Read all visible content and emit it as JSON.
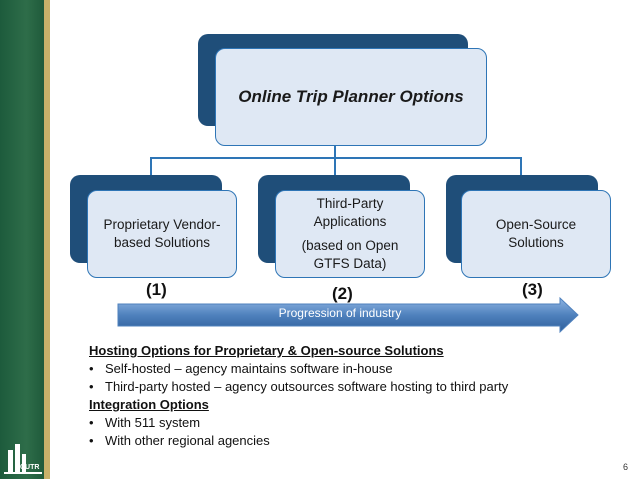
{
  "diagram": {
    "title": "Online Trip Planner Options",
    "options": [
      {
        "label": "Proprietary Vendor-based Solutions",
        "sub": "",
        "number": "(1)"
      },
      {
        "label": "Third-Party Applications",
        "sub": "(based on Open GTFS Data)",
        "number": "(2)"
      },
      {
        "label": "Open-Source Solutions",
        "sub": "",
        "number": "(3)"
      }
    ],
    "arrow_label": "Progression of industry"
  },
  "notes": {
    "hosting_heading": "Hosting Options for Proprietary & Open-source Solutions",
    "hosting_items": [
      "Self-hosted – agency maintains software in-house",
      "Third-party hosted – agency outsources software hosting to third party"
    ],
    "integration_heading": "Integration Options",
    "integration_items": [
      "With 511 system",
      "With other regional agencies"
    ]
  },
  "logo": {
    "text": "CUTR"
  },
  "page_number": "6",
  "colors": {
    "box_fill": "#dfe8f4",
    "box_border": "#2e75b6",
    "tab_dark": "#1f4e79",
    "sidebar_green": "#1d5b3c",
    "sidebar_gold": "#c8b16a"
  }
}
